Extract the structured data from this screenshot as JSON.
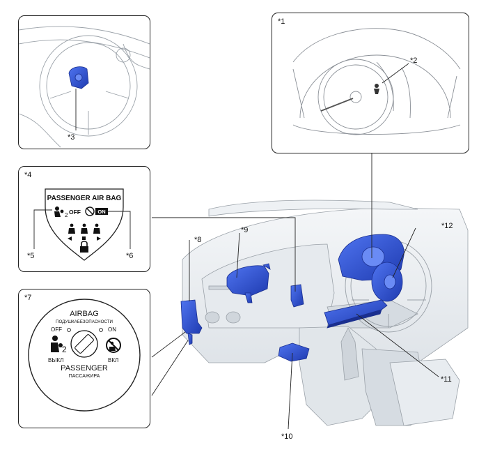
{
  "callouts": {
    "c1": "*1",
    "c2": "*2",
    "c3": "*3",
    "c4": "*4",
    "c5": "*5",
    "c6": "*6",
    "c7": "*7",
    "c8": "*8",
    "c9": "*9",
    "c10": "*10",
    "c11": "*11",
    "c12": "*12"
  },
  "indicator_panel": {
    "title": "PASSENGER AIR BAG",
    "off_label": "OFF",
    "on_label": "ON"
  },
  "key_switch": {
    "title": "AIRBAG",
    "title_ru": "ПОДУШКАБЕЗОПАСНОСТИ",
    "off_label": "OFF",
    "on_label": "ON",
    "off_label_ru": "ВЫКЛ",
    "on_label_ru": "ВКЛ",
    "bottom_title": "PASSENGER",
    "bottom_title_ru": "ПАССАЖИРА",
    "airbag_icon_sub": "2"
  },
  "colors": {
    "component_blue": "#3a5bd9",
    "line_gray": "#8a8f96",
    "frame": "#222222"
  }
}
